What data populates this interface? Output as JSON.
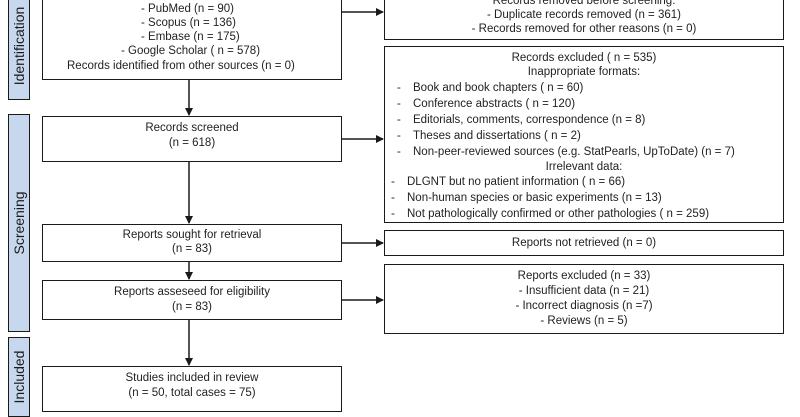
{
  "phases": {
    "identification": "Identification",
    "screening": "Screening",
    "included": "Included"
  },
  "identification_box": {
    "lines": [
      "- PubMed (n = 90)",
      "- Scopus (n = 136)",
      "- Embase (n = 175)",
      "- Google Scholar ( n = 578)",
      "Records identified from other sources (n = 0)"
    ]
  },
  "removed_box": {
    "lines": [
      "Records removed before screening:",
      "- Duplicate records removed (n = 361)",
      "- Records removed for other reasons (n = 0)"
    ]
  },
  "screened_box": {
    "title": "Records screened",
    "count": "(n = 618)"
  },
  "excluded_box": {
    "title": "Records excluded ( n = 535)",
    "heading1": "Inappropriate formats:",
    "items1": [
      "Book and book chapters ( n = 60)",
      "Conference abstracts ( n = 120)",
      "Editorials, comments, correspondence (n = 8)",
      "Theses and dissertations ( n = 2)",
      "Non-peer-reviewed sources (e.g. StatPearls, UpToDate) (n = 7)"
    ],
    "heading2": "Irrelevant data:",
    "items2": [
      "DLGNT but no patient information ( n = 66)",
      "Non-human species or basic experiments (n = 13)",
      "Not pathologically confirmed or other pathologies ( n = 259)"
    ]
  },
  "sought_box": {
    "title": "Reports sought for retrieval",
    "count": "(n = 83)"
  },
  "not_retrieved_box": {
    "title": "Reports not retrieved (n = 0)"
  },
  "assessed_box": {
    "title": "Reports asseseed for eligibility",
    "count": "(n = 83)"
  },
  "reports_excluded_box": {
    "title": "Reports excluded (n = 33)",
    "items": [
      "- Insufficient data (n = 21)",
      "- Incorrect diagnosis (n =7)",
      "- Reviews (n = 5)"
    ]
  },
  "included_box": {
    "title": "Studies included in review",
    "count": "(n = 50, total cases = 75)"
  }
}
